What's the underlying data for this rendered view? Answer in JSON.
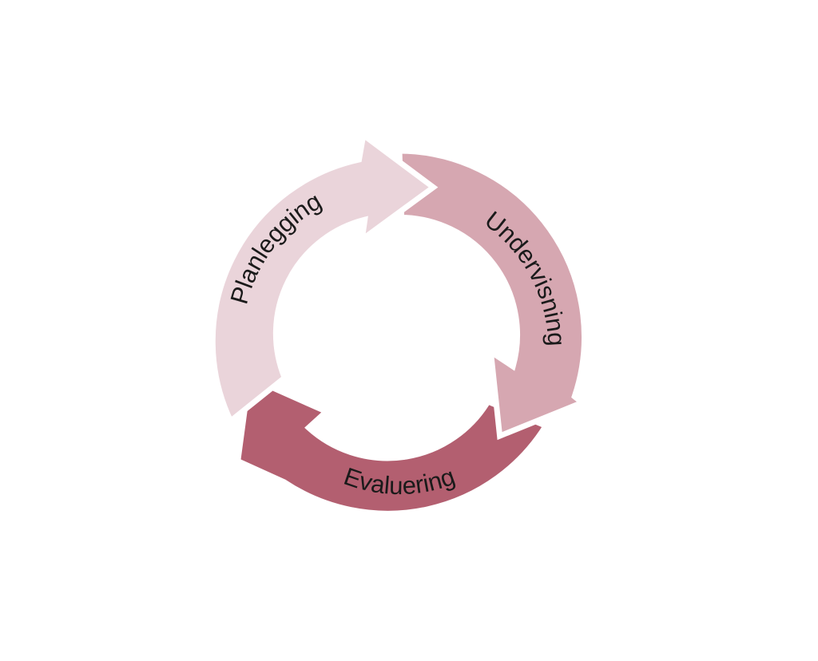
{
  "diagram": {
    "type": "cycle",
    "segments": [
      {
        "label": "Planlegging",
        "color": "#ead4da"
      },
      {
        "label": "Undervisning",
        "color": "#d6a7b1"
      },
      {
        "label": "Evaluering",
        "color": "#b35f70"
      }
    ]
  }
}
